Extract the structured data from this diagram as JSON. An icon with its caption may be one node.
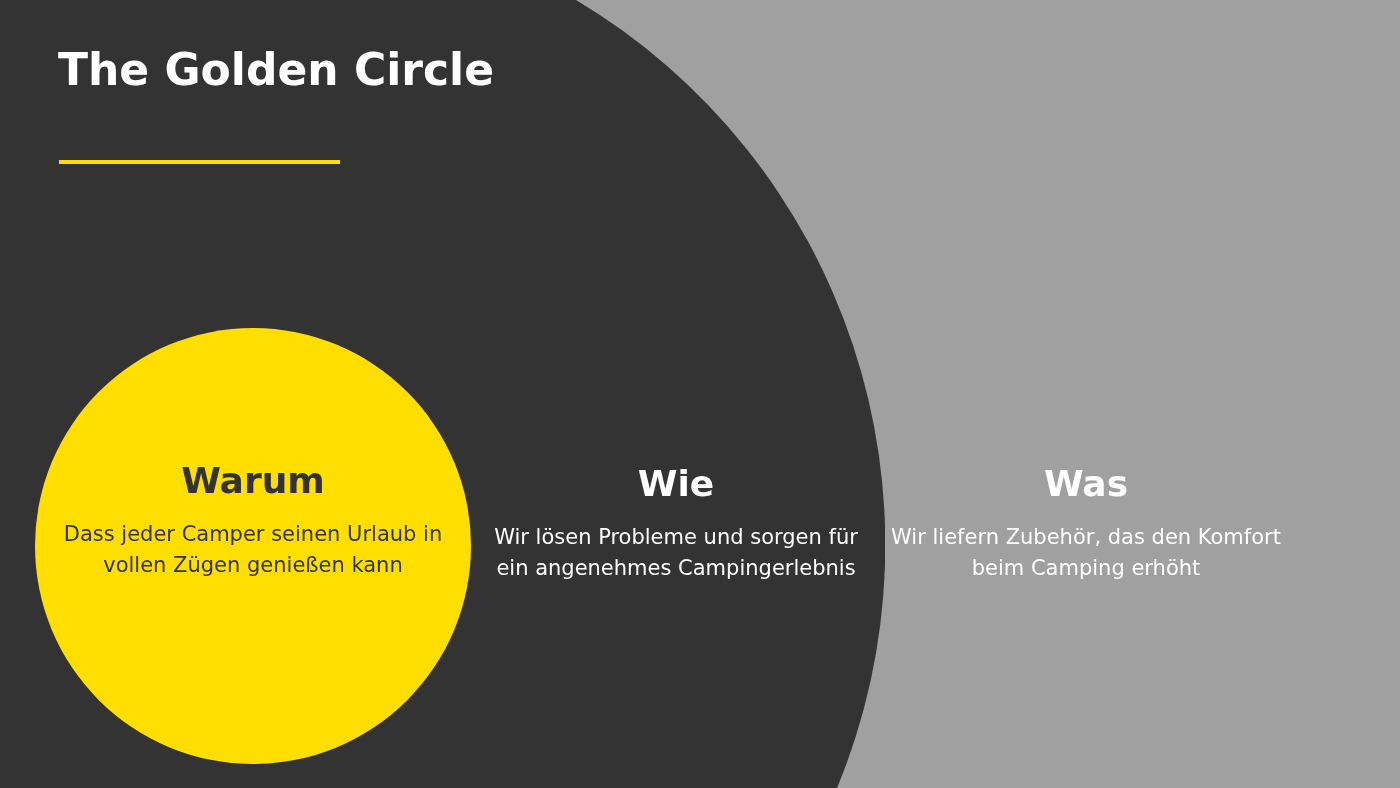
{
  "diagram": {
    "title": "The Golden Circle",
    "nodes": [
      {
        "text": [
          "Was",
          "Wir liefern Zubehör, das den Komfort beim Camping erhöht"
        ]
      },
      {
        "text": [
          "Wie",
          "Wir lösen Probleme und sorgen für ein angenehmes Campingerlebnis"
        ]
      },
      {
        "text": [
          "Warum",
          "Dass jeder Camper seinen Urlaub in vollen Zügen genießen kann"
        ],
        "in": 1
      }
    ]
  }
}
